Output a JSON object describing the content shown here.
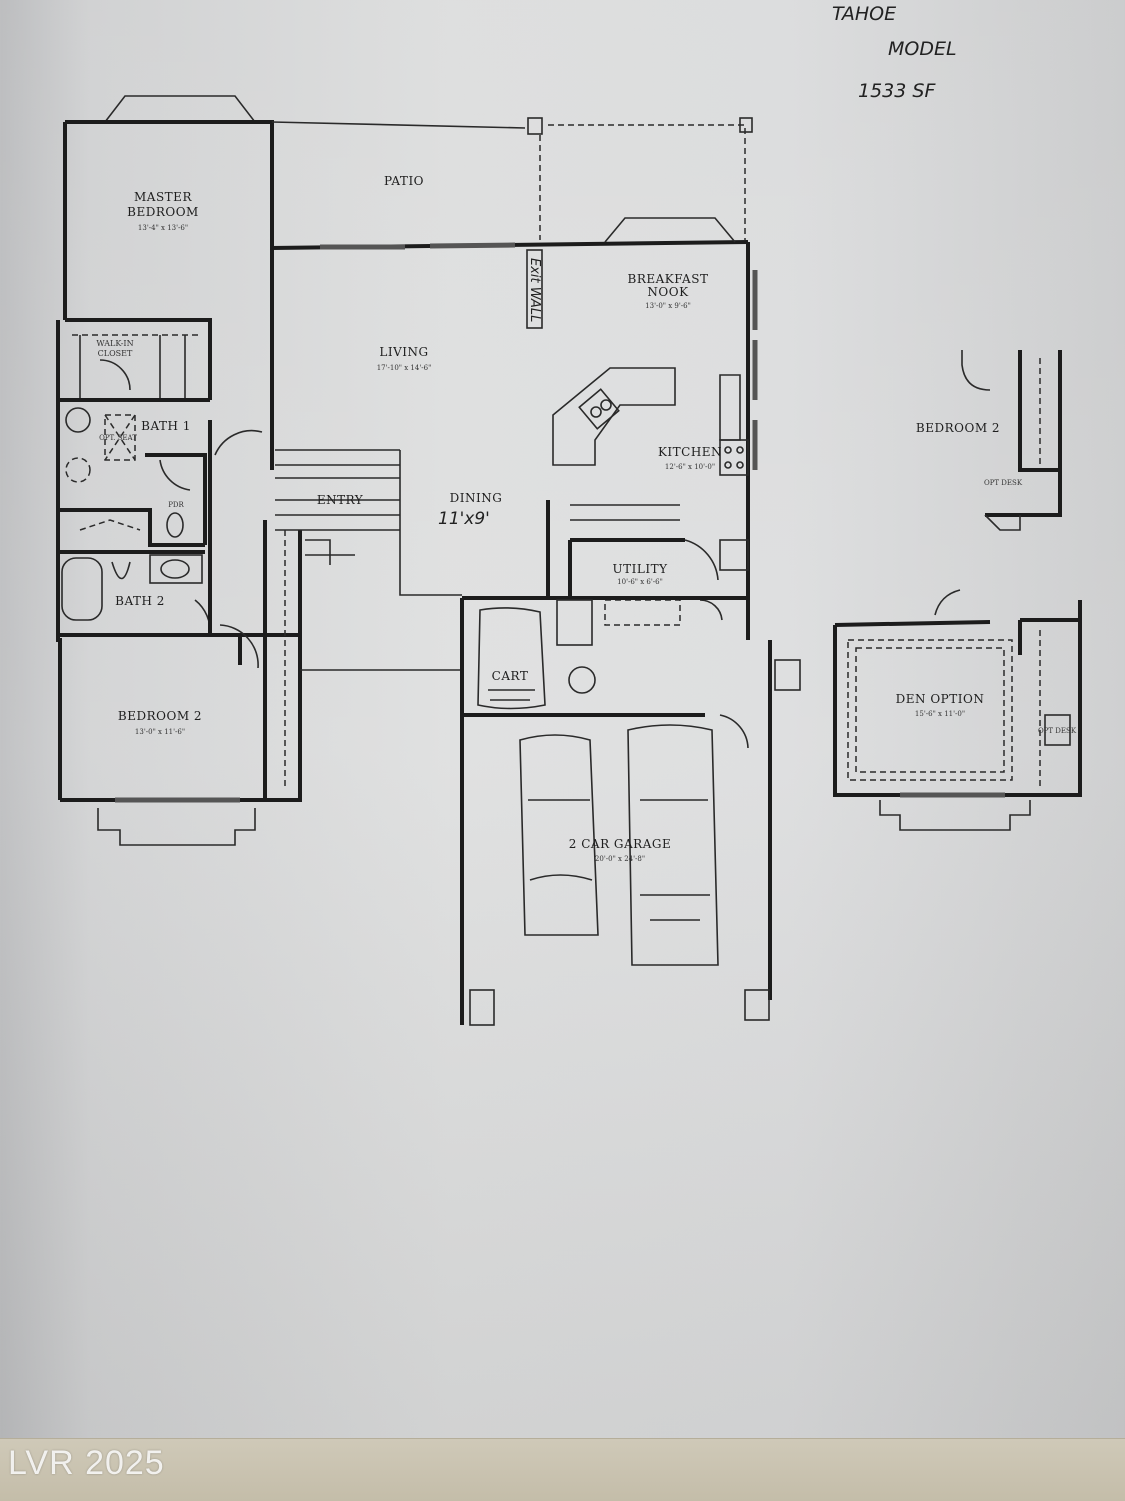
{
  "handwritten": {
    "model_line1": "TAHOE",
    "model_line2": "MODEL",
    "square_feet": "1533 SF",
    "exit_wall": "Exit WALL",
    "dining_size": "11'x9'"
  },
  "rooms": {
    "master_bedroom": {
      "name_line1": "MASTER",
      "name_line2": "BEDROOM",
      "size": "13'-4\" x 13'-6\""
    },
    "patio": {
      "name": "PATIO"
    },
    "living": {
      "name": "LIVING",
      "size": "17'-10\" x 14'-6\""
    },
    "breakfast_nook": {
      "name_line1": "BREAKFAST",
      "name_line2": "NOOK",
      "size": "13'-0\" x 9'-6\""
    },
    "walk_in_closet": {
      "name_line1": "WALK-IN",
      "name_line2": "CLOSET"
    },
    "bath1": {
      "name": "BATH 1",
      "option": "OPT. SEAT"
    },
    "kitchen": {
      "name": "KITCHEN",
      "size": "12'-6\" x 10'-0\""
    },
    "entry": {
      "name": "ENTRY"
    },
    "dining": {
      "name": "DINING"
    },
    "powder": {
      "name": "PDR"
    },
    "utility": {
      "name": "UTILITY",
      "size": "10'-6\" x 6'-6\""
    },
    "bath2": {
      "name": "BATH 2"
    },
    "cart": {
      "name": "CART"
    },
    "bedroom2": {
      "name": "BEDROOM 2",
      "size": "13'-0\" x 11'-6\""
    },
    "garage": {
      "name": "2 CAR GARAGE",
      "size": "20'-0\" x 24'-8\""
    },
    "bedroom2_option": {
      "name": "BEDROOM 2",
      "desk": "OPT DESK"
    },
    "den_option": {
      "name": "DEN OPTION",
      "size": "15'-6\" x 11'-0\"",
      "desk": "OPT DESK"
    }
  },
  "watermark": "LVR 2025"
}
